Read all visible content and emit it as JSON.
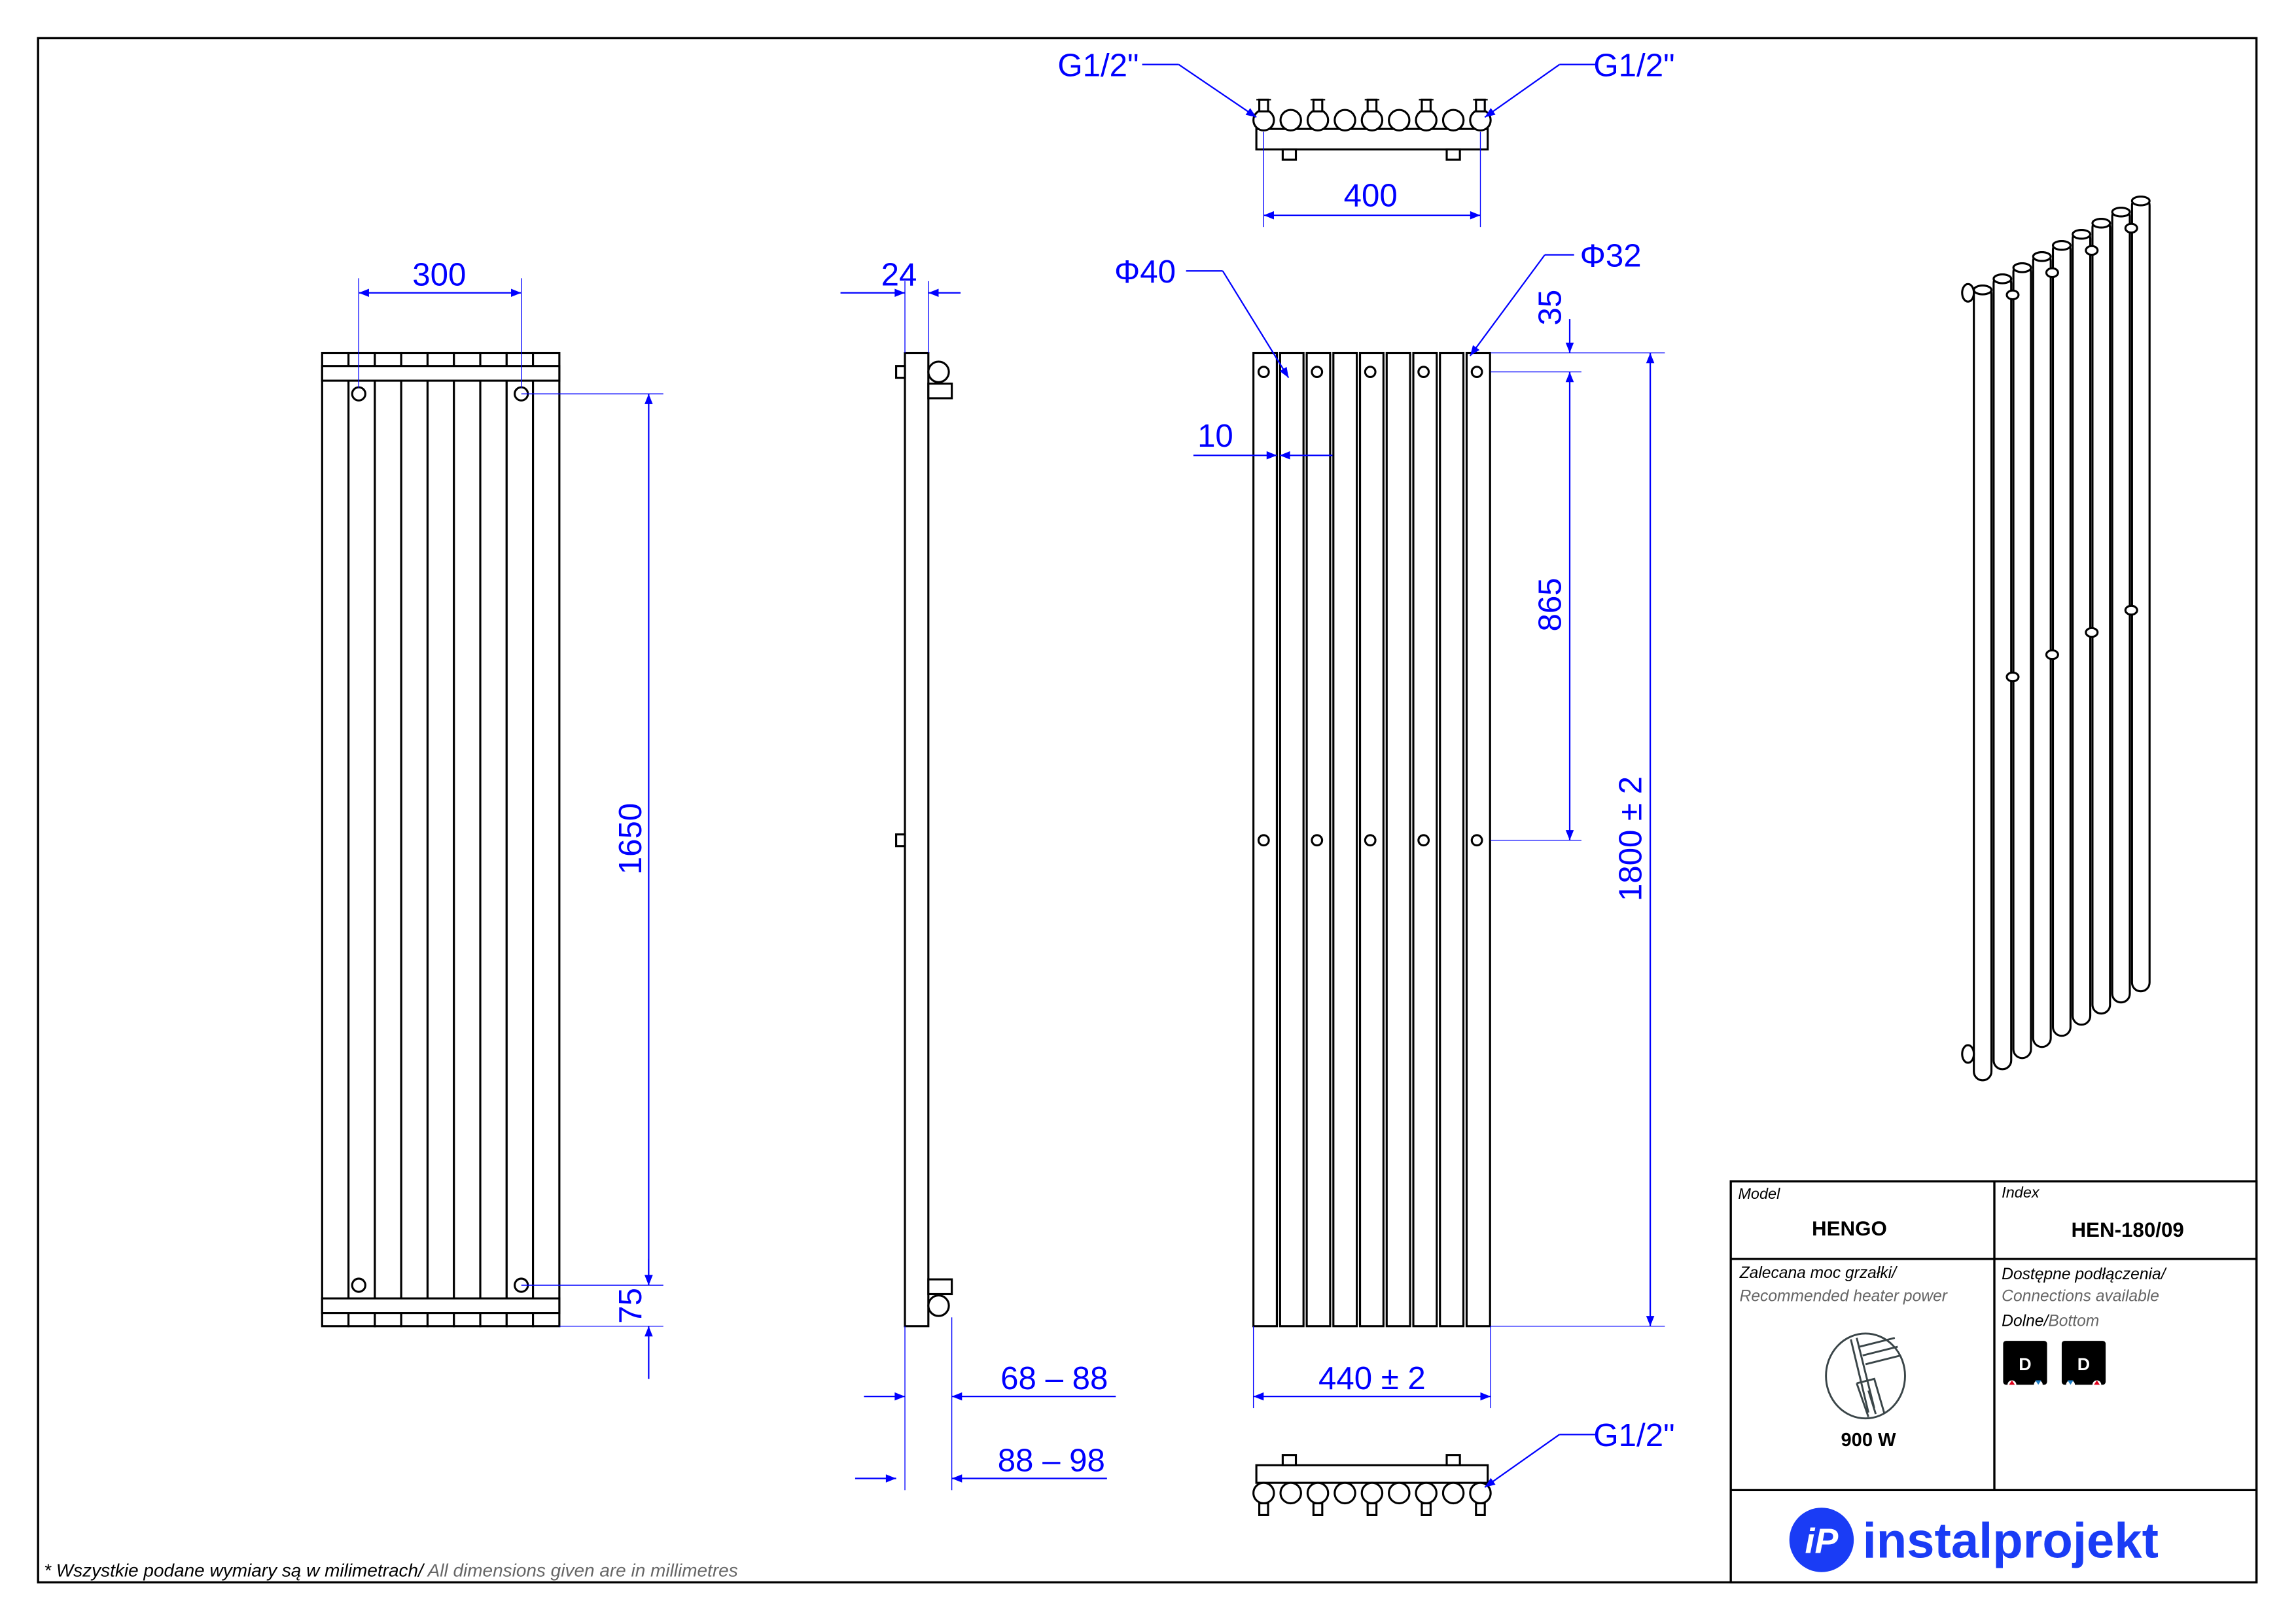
{
  "dimensions": {
    "front_width": "300",
    "front_height": "1650",
    "front_bottom": "75",
    "side_depth": "24",
    "side_wall1": "68 – 88",
    "side_wall2": "88 – 98",
    "tube_large": "Φ40",
    "tube_small": "Φ32",
    "gap": "10",
    "top_offset": "35",
    "bracket_spacing": "865",
    "total_height": "1800  ± 2",
    "total_width": "440  ± 2",
    "connection_spacing": "400",
    "thread_left": "G1/2\"",
    "thread_right": "G1/2\"",
    "thread_bottom": "G1/2\""
  },
  "title_block": {
    "model_label": "Model",
    "model_value": "HENGO",
    "index_label": "Index",
    "index_value": "HEN-180/09",
    "power_label_pl": "Zalecana moc grzałki/",
    "power_label_en": "Recommended heater power",
    "power_value": "900 W",
    "connections_label_pl": "Dostępne podłączenia/",
    "connections_label_en": "Connections available",
    "connection_type_pl": "Dolne/",
    "connection_type_en": "Bottom",
    "connection_badges": [
      "D",
      "D"
    ],
    "brand": "instalprojekt",
    "brand_mark": "iP"
  },
  "footer": {
    "note_pl": "* Wszystkie podane wymiary są w milimetrach/",
    "note_en": " All dimensions given are in millimetres"
  },
  "colors": {
    "dimension": "#0000ff",
    "brand": "#1a3cf5",
    "hot": "#e0001a",
    "cold": "#1e7fc8"
  }
}
